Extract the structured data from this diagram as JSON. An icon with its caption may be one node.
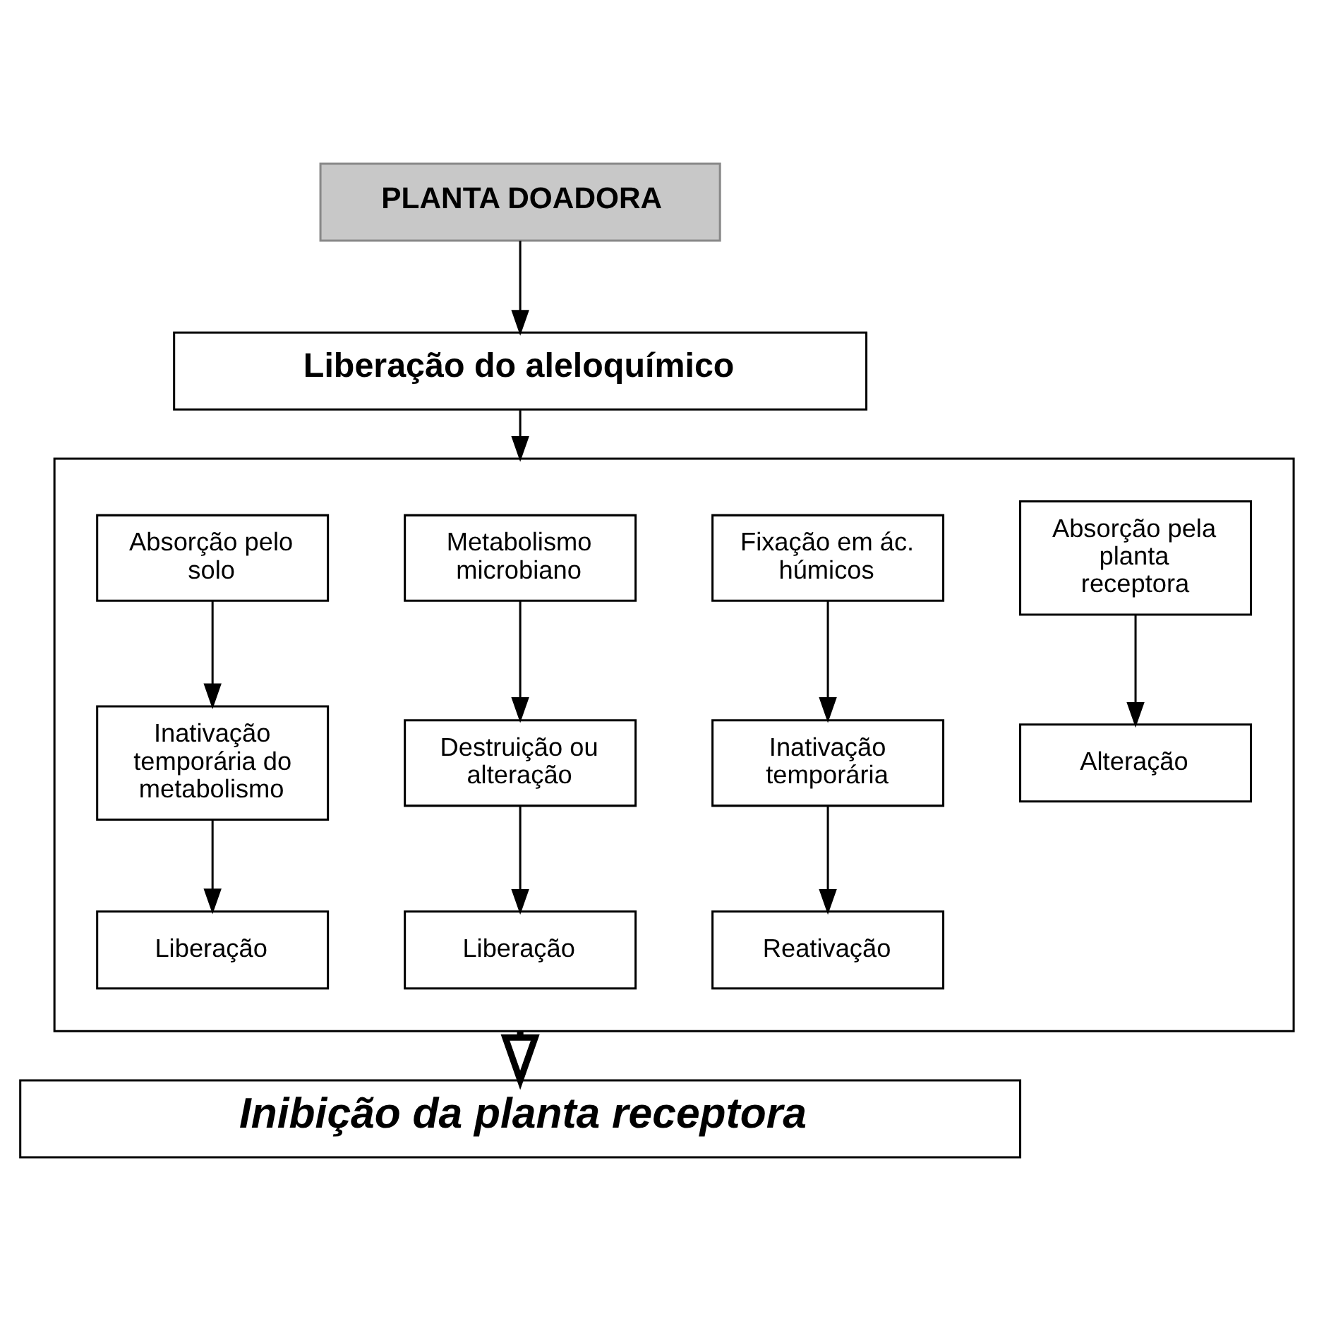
{
  "diagram": {
    "nodes": [
      {
        "text": [
          "PLANTA DOADORA"
        ]
      },
      {
        "text": [
          "Liberação do aleloquímico"
        ]
      },
      {
        "text": [],
        "shape": "box"
      },
      {
        "text": [
          "Absorção pelo solo"
        ],
        "in": 2
      },
      {
        "text": [
          "Metabolismo microbiano"
        ],
        "in": 2
      },
      {
        "text": [
          "Fixação em ác. húmicos"
        ],
        "in": 2
      },
      {
        "text": [
          "Absorção pela planta receptora"
        ],
        "in": 2
      },
      {
        "text": [
          "Inativação temporária do metabolismo"
        ],
        "in": 2
      },
      {
        "text": [
          "Destruição ou alteração"
        ],
        "in": 2
      },
      {
        "text": [
          "Inativação temporária"
        ],
        "in": 2
      },
      {
        "text": [
          "Alteração"
        ],
        "in": 2
      },
      {
        "text": [
          "Liberação"
        ],
        "in": 2
      },
      {
        "text": [
          "Liberação"
        ],
        "in": 2
      },
      {
        "text": [
          "Reativação"
        ],
        "in": 2
      },
      {
        "text": [
          "Inibição da planta receptora"
        ]
      }
    ],
    "edges": [
      {
        "from": 0,
        "to": 1,
        "arrow": "to"
      },
      {
        "from": 1,
        "to": 2,
        "arrow": "to"
      },
      {
        "from": 3,
        "to": 7,
        "arrow": "to"
      },
      {
        "from": 4,
        "to": 8,
        "arrow": "to"
      },
      {
        "from": 5,
        "to": 9,
        "arrow": "to"
      },
      {
        "from": 6,
        "to": 10,
        "arrow": "to"
      },
      {
        "from": 7,
        "to": 11,
        "arrow": "to"
      },
      {
        "from": 8,
        "to": 12,
        "arrow": "to"
      },
      {
        "from": 9,
        "to": 13,
        "arrow": "to"
      },
      {
        "from": 2,
        "to": 14,
        "arrow": "to",
        "style": "thick"
      }
    ]
  }
}
